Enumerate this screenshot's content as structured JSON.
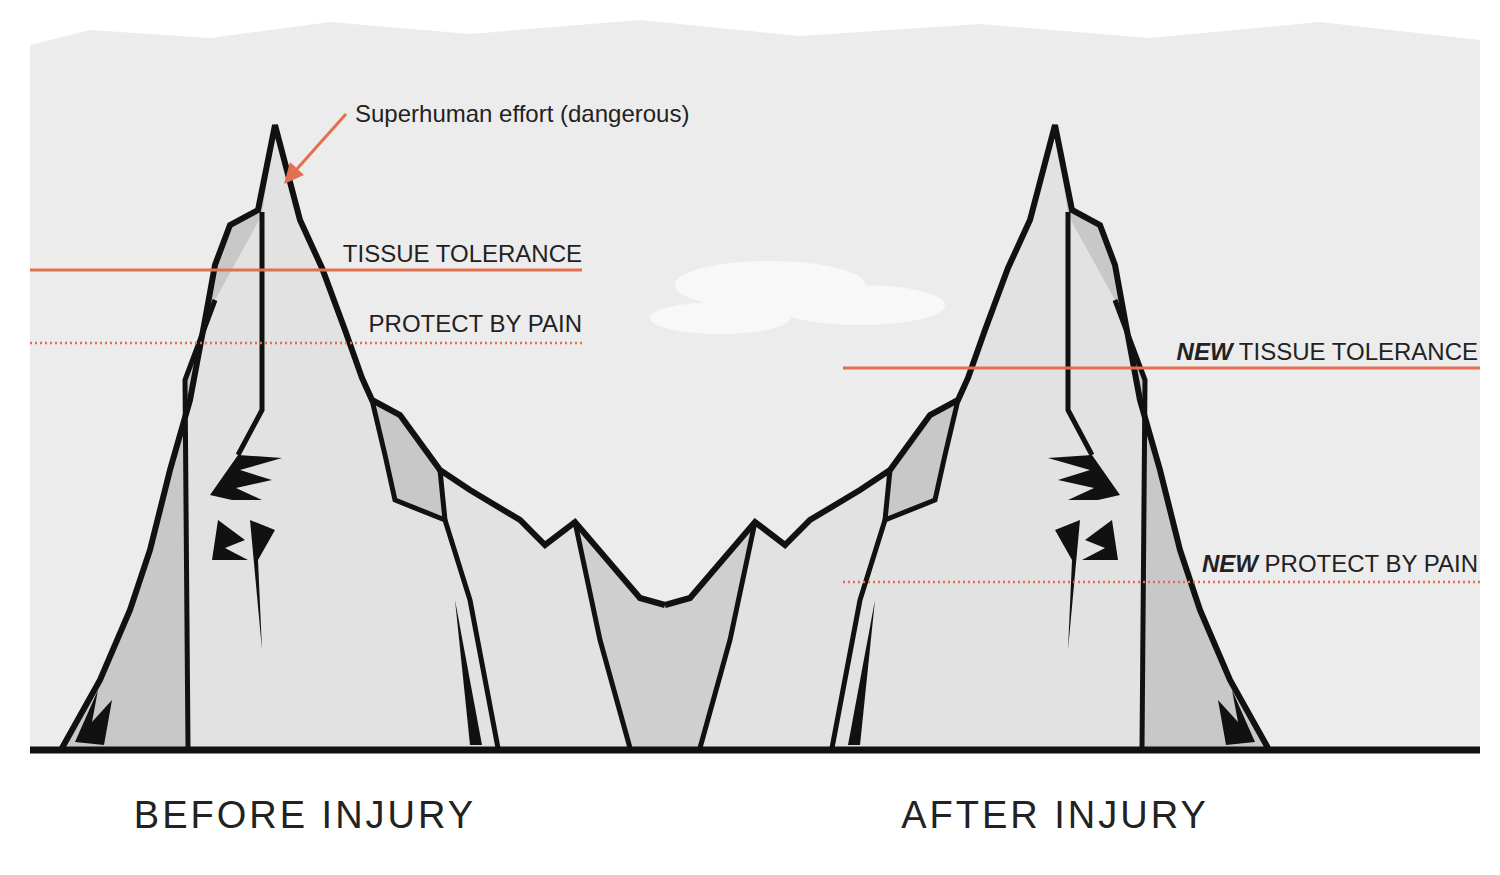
{
  "diagram": {
    "labels": [
      "Superhuman effort (dangerous)",
      "TISSUE TOLERANCE",
      "PROTECT BY PAIN",
      "NEW TISSUE TOLERANCE",
      "NEW PROTECT BY PAIN",
      "BEFORE INJURY",
      "AFTER INJURY"
    ]
  }
}
